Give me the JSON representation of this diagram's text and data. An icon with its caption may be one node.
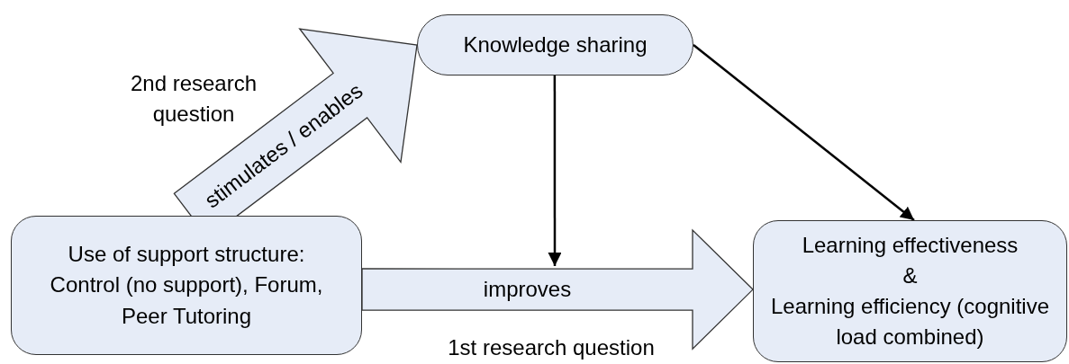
{
  "diagram": {
    "nodes": [
      {
        "text": [
          "Knowledge sharing"
        ]
      },
      {
        "text": [
          "Use of support structure:",
          "Control (no support), Forum, Peer Tutoring"
        ]
      },
      {
        "text": [
          "Learning effectiveness",
          "&",
          "Learning efficiency (cognitive load combined)"
        ]
      }
    ],
    "edges": [
      {
        "from": 1,
        "to": 2,
        "arrow": "to",
        "label": "improves",
        "style": "thick"
      },
      {
        "from": 1,
        "to": 0,
        "arrow": "to",
        "label": "stimulates / enables",
        "style": "thick"
      },
      {
        "from": 0,
        "to": null,
        "arrow": "to"
      },
      {
        "from": 0,
        "to": 2,
        "arrow": "to"
      }
    ],
    "labels": [
      "2nd research question",
      "1st research question"
    ]
  }
}
